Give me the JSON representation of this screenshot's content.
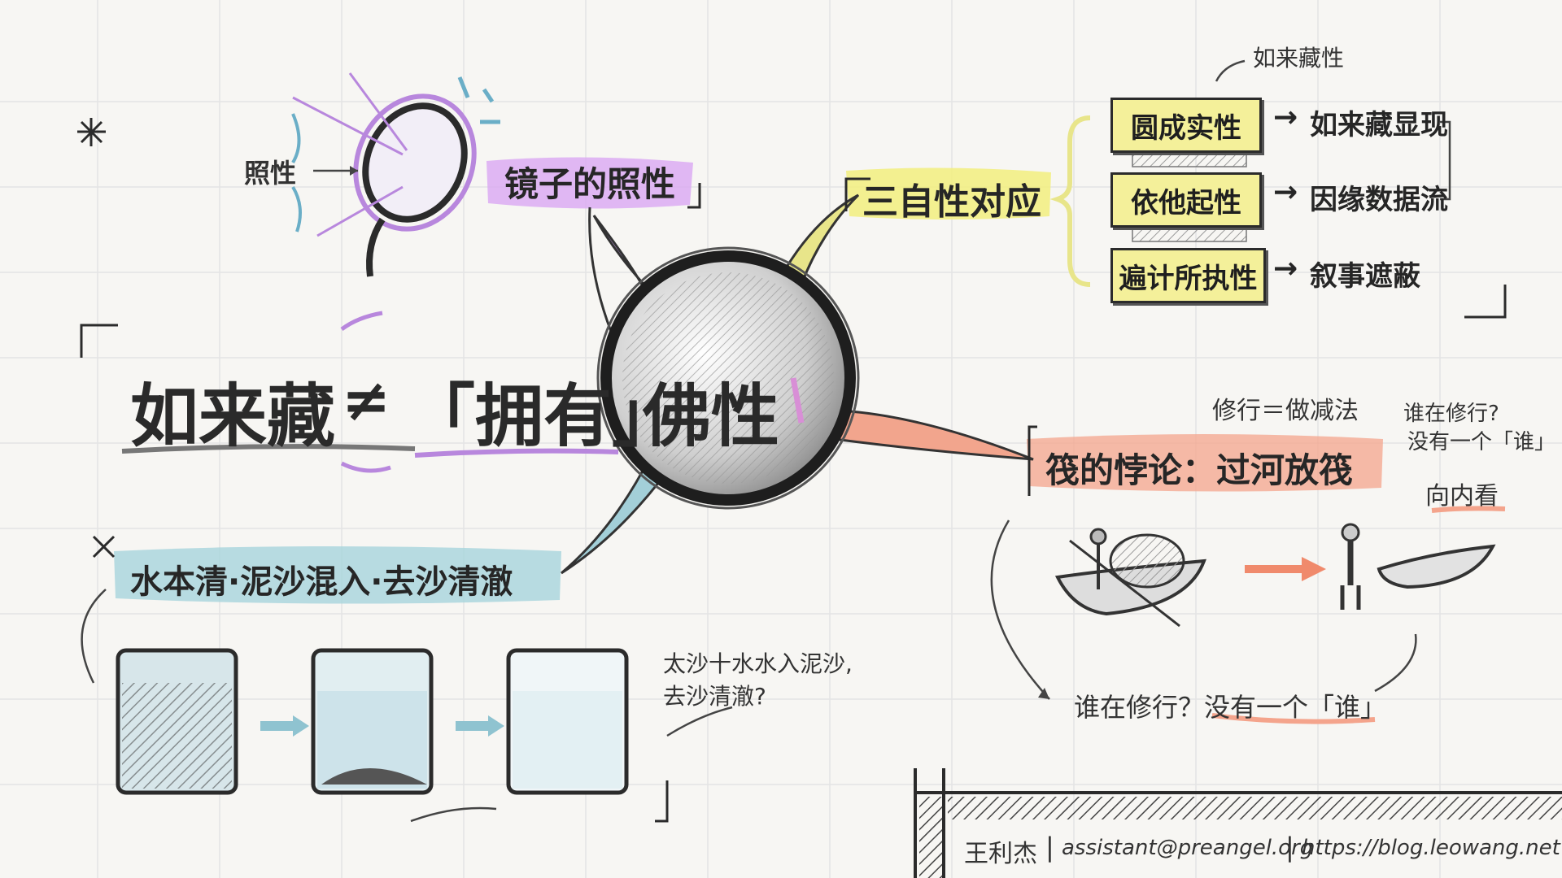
{
  "title": {
    "part1": "如来藏",
    "neq": "≠",
    "part2": "「拥有」",
    "part3": "佛性"
  },
  "mirror": {
    "heading": "镜子的照性",
    "note": "照性"
  },
  "three_natures": {
    "heading": "三自性对应",
    "top_note": "如来藏性",
    "rows": [
      {
        "box": "圆成实性",
        "arrow": "→",
        "result": "如来藏显现"
      },
      {
        "box": "依他起性",
        "arrow": "→",
        "result": "因缘数据流"
      },
      {
        "box": "遍计所执性",
        "arrow": "→",
        "result": "叙事遮蔽"
      }
    ]
  },
  "raft": {
    "heading": "筏的悖论：过河放筏",
    "note_top": "修行＝做减法",
    "note_right_1": "谁在修行?",
    "note_right_2": "没有一个「谁」",
    "note_inward": "向内看",
    "bottom_note": "谁在修行？没有一个「谁」"
  },
  "water": {
    "heading": "水本清·泥沙混入·去沙清澈",
    "side_note_1": "太沙十水水入泥沙,",
    "side_note_2": "去沙清澈?"
  },
  "footer": {
    "author": "王利杰",
    "sep1": "|",
    "email": "assistant@preangel.org",
    "sep2": "|",
    "url": "https://blog.leowang.net"
  },
  "colors": {
    "purple": "#cf9ff0",
    "yellow": "#f2ee7e",
    "salmon": "#f4a48c",
    "blue": "#a6d4dc",
    "ink": "#2b2b2b",
    "grid": "#e2e2e2"
  }
}
